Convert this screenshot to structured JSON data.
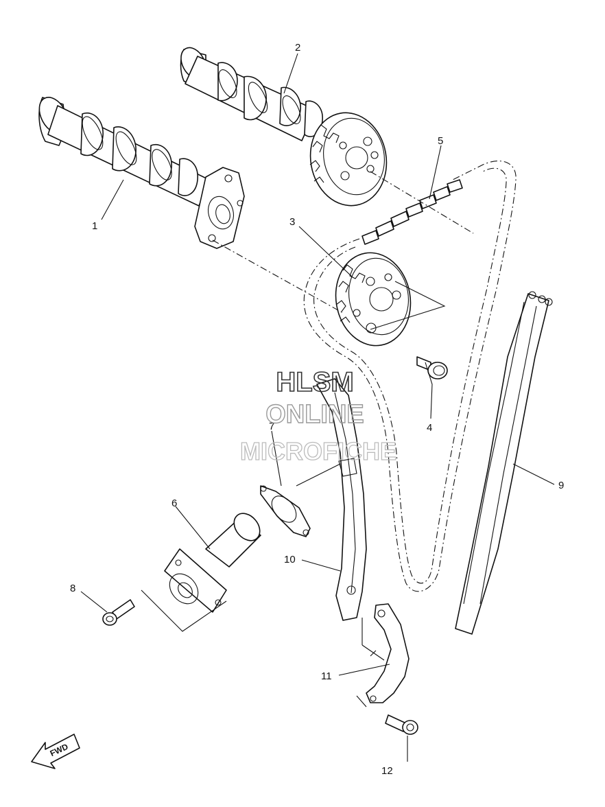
{
  "watermark": {
    "line1": "HLSM",
    "line2": "ONLINE",
    "line3": "MICROFICHE"
  },
  "fwd_label": "FWD",
  "callouts": [
    {
      "key": "c1",
      "text": "1"
    },
    {
      "key": "c2",
      "text": "2"
    },
    {
      "key": "c3",
      "text": "3"
    },
    {
      "key": "c4",
      "text": "4"
    },
    {
      "key": "c5",
      "text": "5"
    },
    {
      "key": "c6",
      "text": "6"
    },
    {
      "key": "c7",
      "text": "7"
    },
    {
      "key": "c8",
      "text": "8"
    },
    {
      "key": "c9",
      "text": "9"
    },
    {
      "key": "c10",
      "text": "10"
    },
    {
      "key": "c11",
      "text": "11"
    },
    {
      "key": "c12",
      "text": "12"
    }
  ]
}
